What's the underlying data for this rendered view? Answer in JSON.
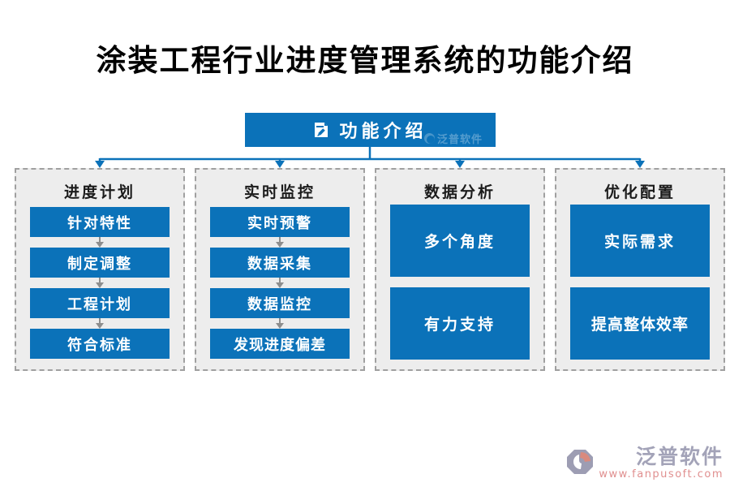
{
  "title": "涂装工程行业进度管理系统的功能介绍",
  "root": {
    "label": "功能介绍",
    "icon": "document-edit-icon",
    "watermark": "泛普软件"
  },
  "columns": [
    {
      "header": "进度计划",
      "items": [
        "针对特性",
        "制定调整",
        "工程计划",
        "符合标准"
      ]
    },
    {
      "header": "实时监控",
      "items": [
        "实时预警",
        "数据采集",
        "数据监控",
        "发现进度偏差"
      ]
    },
    {
      "header": "数据分析",
      "items": [
        "多个角度",
        "有力支持"
      ]
    },
    {
      "header": "优化配置",
      "items": [
        "实际需求",
        "提高整体效率"
      ]
    }
  ],
  "footer": {
    "brand": "泛普软件",
    "url": "www.fanpusoft.com",
    "icon": "fanpu-swirl-logo-icon"
  },
  "icons": {
    "document-edit-icon": "white document with folded corner and pencil",
    "down-arrow-icon": "small gray downward arrow",
    "fanpu-swirl-logo-icon": "gray hexagon with coral crescent swirl"
  },
  "colors": {
    "accent_blue": "#0b72b9",
    "column_background": "#ededed",
    "dashed_border": "#a0a0a0",
    "title_text": "#000000",
    "step_arrow_gray": "#8e8e8e",
    "logo_gray": "#a3a3b8",
    "logo_coral": "#e08f8f"
  }
}
